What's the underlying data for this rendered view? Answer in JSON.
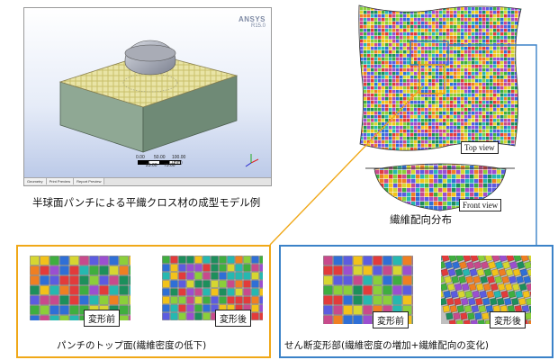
{
  "ansys_view": {
    "logo": "ANSYS",
    "version": "R15.0",
    "scale_top": [
      "0.00",
      "50.00",
      "100.00 (mm)"
    ],
    "scale_bottom": [
      "25.00",
      "75.00"
    ],
    "tabs": [
      "Geometry",
      "Print Preview",
      "Report Preview"
    ]
  },
  "captions": {
    "model": "半球面パンチによる平織クロス材の成型モデル例",
    "orientation": "繊維配向分布"
  },
  "view_labels": {
    "top": "Top view",
    "front": "Front view"
  },
  "panels": {
    "punch": {
      "title": "パンチのトップ面(繊維密度の低下)",
      "before": "変形前",
      "after": "変形後"
    },
    "shear": {
      "title": "せん断変形部(繊維密度の増加+繊維配向の変化)",
      "before": "変形前",
      "after": "変形後"
    }
  },
  "colors": {
    "highlight_orange": "#f0a818",
    "highlight_blue": "#3b82c8",
    "fabric_palette": [
      "#e23b3b",
      "#f2c21a",
      "#3fae3f",
      "#2f6fd6",
      "#9b4fd0",
      "#26b8b0",
      "#ef7f22",
      "#c84a8c",
      "#8bcf3a",
      "#5c5ce0",
      "#d6d631",
      "#1d8f5c"
    ]
  }
}
